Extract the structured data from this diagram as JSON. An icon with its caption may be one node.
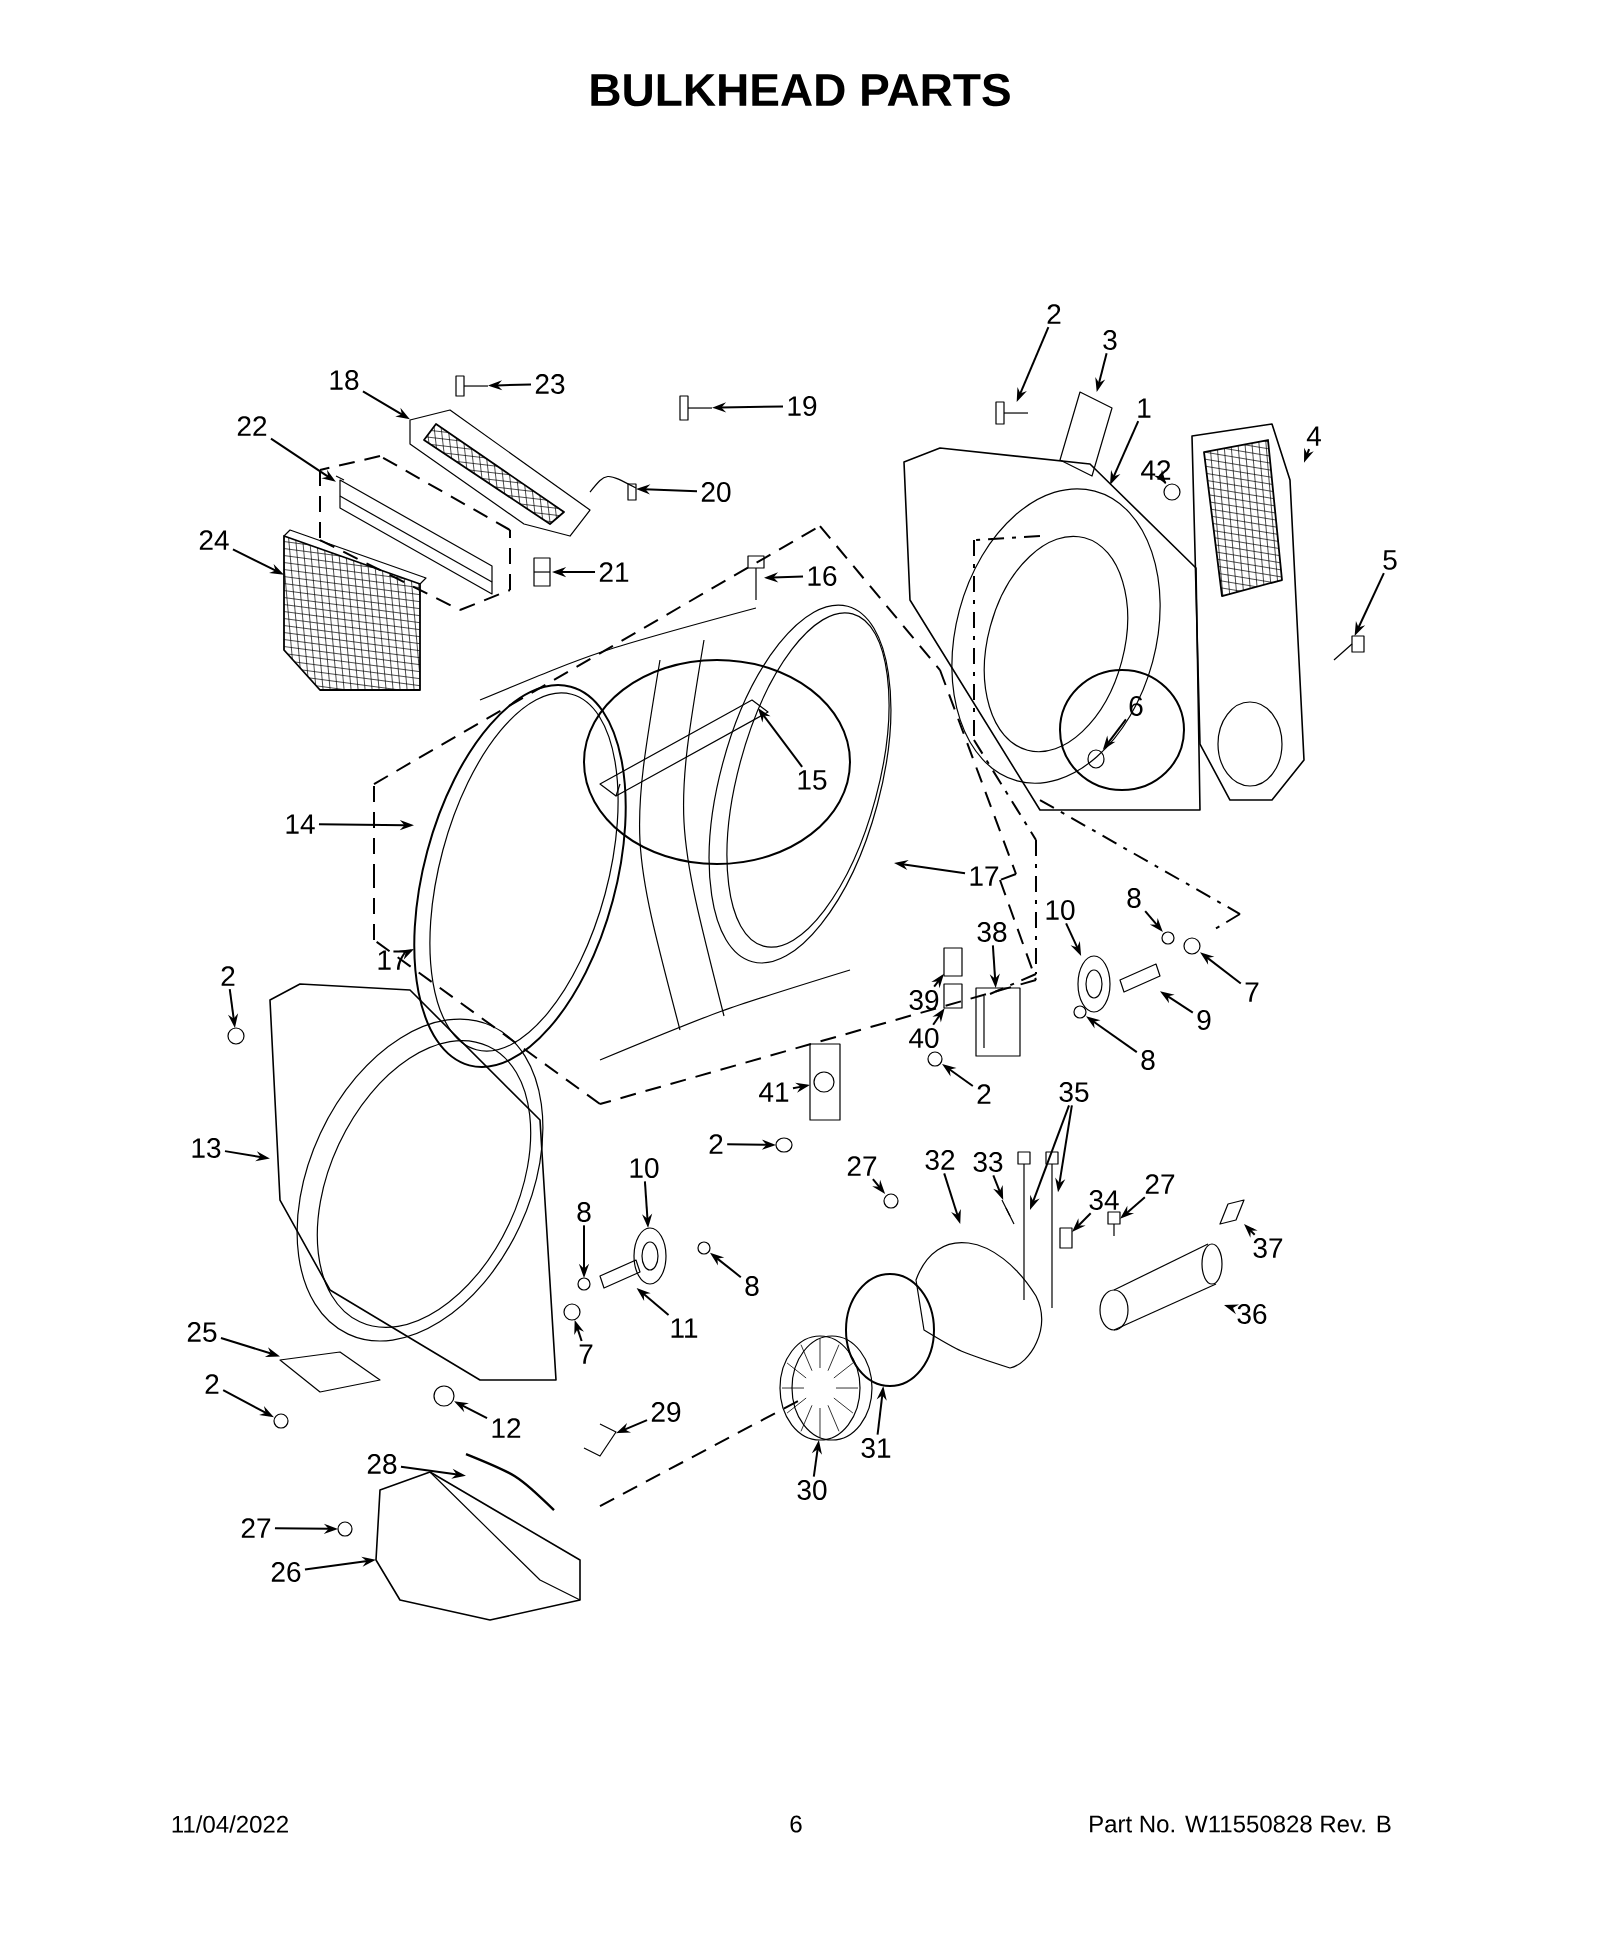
{
  "diagram": {
    "title": "BULKHEAD PARTS",
    "nodes": [
      {
        "text": [],
        "shape": "picture"
      },
      {
        "text": [],
        "shape": "picture"
      },
      {
        "text": [],
        "shape": "picture"
      },
      {
        "text": [],
        "shape": "circle",
        "in": 2
      },
      {
        "text": [],
        "shape": "circle",
        "in": 2
      },
      {
        "text": [],
        "shape": "circle",
        "in": 4
      },
      {
        "text": [],
        "shape": "picture"
      },
      {
        "text": [],
        "shape": "picture"
      },
      {
        "text": [],
        "shape": "picture"
      },
      {
        "text": [],
        "shape": "picture"
      },
      {
        "text": [],
        "shape": "picture"
      },
      {
        "text": [],
        "shape": "picture"
      },
      {
        "text": [],
        "shape": "picture"
      },
      {
        "text": [],
        "shape": "picture"
      },
      {
        "text": [],
        "shape": "picture"
      },
      {
        "text": [],
        "shape": "picture"
      },
      {
        "text": [],
        "shape": "picture"
      },
      {
        "text": [],
        "shape": "circle",
        "in": 16
      },
      {
        "text": [],
        "shape": "picture",
        "in": 17
      },
      {
        "text": [],
        "shape": "picture"
      },
      {
        "text": [],
        "shape": "circle"
      },
      {
        "text": [],
        "shape": "circle"
      },
      {
        "text": [],
        "shape": "picture"
      },
      {
        "text": [],
        "shape": "circle"
      },
      {
        "text": [],
        "shape": "picture"
      },
      {
        "text": [],
        "shape": "box"
      },
      {
        "text": [],
        "shape": "box"
      },
      {
        "text": [],
        "shape": "circle"
      },
      {
        "text": [],
        "shape": "picture"
      },
      {
        "text": [],
        "shape": "circle"
      },
      {
        "text": [],
        "shape": "circle"
      },
      {
        "text": [],
        "shape": "picture"
      },
      {
        "text": [],
        "shape": "picture"
      },
      {
        "text": [],
        "shape": "circle"
      },
      {
        "text": [],
        "shape": "circle"
      },
      {
        "text": [],
        "shape": "picture"
      },
      {
        "text": [],
        "shape": "circle"
      },
      {
        "text": [],
        "shape": "circle"
      },
      {
        "text": [],
        "shape": "picture"
      },
      {
        "text": [],
        "shape": "picture"
      },
      {
        "text": [],
        "shape": "picture"
      },
      {
        "text": [],
        "shape": "picture"
      },
      {
        "text": [],
        "shape": "box"
      },
      {
        "text": [],
        "shape": "picture"
      },
      {
        "text": [],
        "shape": "picture"
      },
      {
        "text": [],
        "shape": "picture"
      },
      {
        "text": [],
        "shape": "circle"
      },
      {
        "text": [],
        "shape": "picture"
      },
      {
        "text": [],
        "shape": "picture"
      },
      {
        "text": [],
        "shape": "circle"
      },
      {
        "text": [],
        "shape": "circle"
      },
      {
        "text": [],
        "shape": "picture"
      },
      {
        "text": [],
        "shape": "picture"
      },
      {
        "text": [],
        "shape": "circle"
      },
      {
        "text": [],
        "shape": "picture"
      },
      {
        "text": [
          "2"
        ]
      },
      {
        "text": [
          "3"
        ]
      },
      {
        "text": [
          "1"
        ]
      },
      {
        "text": [
          "42"
        ],
        "in": 2
      },
      {
        "text": [
          "4"
        ]
      },
      {
        "text": [
          "5"
        ]
      },
      {
        "text": [
          "18"
        ]
      },
      {
        "text": [
          "23"
        ]
      },
      {
        "text": [
          "19"
        ]
      },
      {
        "text": [
          "22"
        ]
      },
      {
        "text": [
          "20"
        ]
      },
      {
        "text": [
          "24"
        ]
      },
      {
        "text": [
          "21"
        ]
      },
      {
        "text": [
          "16"
        ]
      },
      {
        "text": [
          "15"
        ],
        "in": 17
      },
      {
        "text": [
          "14"
        ]
      },
      {
        "text": [
          "17"
        ]
      },
      {
        "text": [
          "6"
        ],
        "in": 4
      },
      {
        "text": [
          "10"
        ]
      },
      {
        "text": [
          "8"
        ]
      },
      {
        "text": [
          "7"
        ]
      },
      {
        "text": [
          "9"
        ]
      },
      {
        "text": [
          "8"
        ]
      },
      {
        "text": [
          "38"
        ]
      },
      {
        "text": [
          "39"
        ]
      },
      {
        "text": [
          "40"
        ]
      },
      {
        "text": [
          "2"
        ]
      },
      {
        "text": [
          "41"
        ]
      },
      {
        "text": [
          "2"
        ]
      },
      {
        "text": [
          "17"
        ]
      },
      {
        "text": [
          "2"
        ]
      },
      {
        "text": [
          "13"
        ]
      },
      {
        "text": [
          "10"
        ]
      },
      {
        "text": [
          "8"
        ]
      },
      {
        "text": [
          "8"
        ]
      },
      {
        "text": [
          "11"
        ]
      },
      {
        "text": [
          "7"
        ]
      },
      {
        "text": [
          "27"
        ]
      },
      {
        "text": [
          "32"
        ]
      },
      {
        "text": [
          "33"
        ]
      },
      {
        "text": [
          "35"
        ]
      },
      {
        "text": [
          "34"
        ]
      },
      {
        "text": [
          "27"
        ]
      },
      {
        "text": [
          "37"
        ]
      },
      {
        "text": [
          "36"
        ]
      },
      {
        "text": [
          "31"
        ]
      },
      {
        "text": [
          "30"
        ]
      },
      {
        "text": [
          "25"
        ]
      },
      {
        "text": [
          "2"
        ]
      },
      {
        "text": [
          "12"
        ]
      },
      {
        "text": [
          "29"
        ]
      },
      {
        "text": [
          "28"
        ]
      },
      {
        "text": [
          "27"
        ]
      },
      {
        "text": [
          "26"
        ]
      }
    ],
    "edges": [
      {
        "from": 55,
        "to": 0,
        "arrow": "to"
      },
      {
        "from": 56,
        "to": 1,
        "arrow": "to"
      },
      {
        "from": 57,
        "to": 2,
        "arrow": "to"
      },
      {
        "from": 58,
        "to": 3,
        "arrow": "to"
      },
      {
        "from": 59,
        "to": 6,
        "arrow": "to"
      },
      {
        "from": 60,
        "to": 7,
        "arrow": "to"
      },
      {
        "from": 61,
        "to": 8,
        "arrow": "to"
      },
      {
        "from": 62,
        "to": 9,
        "arrow": "to"
      },
      {
        "from": 63,
        "to": 10,
        "arrow": "to"
      },
      {
        "from": 64,
        "to": 11,
        "arrow": "to"
      },
      {
        "from": 65,
        "to": 12,
        "arrow": "to"
      },
      {
        "from": 66,
        "to": 13,
        "arrow": "to"
      },
      {
        "from": 67,
        "to": 14,
        "arrow": "to"
      },
      {
        "from": 68,
        "to": 15,
        "arrow": "to"
      },
      {
        "from": 69,
        "to": 18,
        "arrow": "to"
      },
      {
        "from": 70,
        "to": 16,
        "arrow": "to"
      },
      {
        "from": 71,
        "to": 16,
        "arrow": "to"
      },
      {
        "from": 72,
        "to": 5,
        "arrow": "to"
      },
      {
        "from": 73,
        "to": 19,
        "arrow": "to"
      },
      {
        "from": 74,
        "to": 20,
        "arrow": "to"
      },
      {
        "from": 75,
        "to": 21,
        "arrow": "to"
      },
      {
        "from": 76,
        "to": 22,
        "arrow": "to"
      },
      {
        "from": 77,
        "to": 23,
        "arrow": "to"
      },
      {
        "from": 78,
        "to": 24,
        "arrow": "to"
      },
      {
        "from": 79,
        "to": 25,
        "arrow": "to"
      },
      {
        "from": 80,
        "to": 26,
        "arrow": "to"
      },
      {
        "from": 81,
        "to": 27,
        "arrow": "to"
      },
      {
        "from": 82,
        "to": 28,
        "arrow": "to"
      },
      {
        "from": 83,
        "to": 29,
        "arrow": "to"
      },
      {
        "from": 84,
        "to": 16,
        "arrow": "to"
      },
      {
        "from": 85,
        "to": 30,
        "arrow": "to"
      },
      {
        "from": 86,
        "to": 31,
        "arrow": "to"
      },
      {
        "from": 87,
        "to": 32,
        "arrow": "to"
      },
      {
        "from": 88,
        "to": 33,
        "arrow": "to"
      },
      {
        "from": 89,
        "to": 34,
        "arrow": "to"
      },
      {
        "from": 90,
        "to": 35,
        "arrow": "to"
      },
      {
        "from": 91,
        "to": 36,
        "arrow": "to"
      },
      {
        "from": 92,
        "to": 37,
        "arrow": "to"
      },
      {
        "from": 93,
        "to": 38,
        "arrow": "to"
      },
      {
        "from": 94,
        "to": 39,
        "arrow": "to"
      },
      {
        "from": 95,
        "to": 40,
        "arrow": "to"
      },
      {
        "from": 95,
        "to": 41,
        "arrow": "to"
      },
      {
        "from": 96,
        "to": 42,
        "arrow": "to"
      },
      {
        "from": 97,
        "to": 43,
        "arrow": "to"
      },
      {
        "from": 98,
        "to": 44,
        "arrow": "to"
      },
      {
        "from": 99,
        "to": 45,
        "arrow": "to"
      },
      {
        "from": 100,
        "to": 46,
        "arrow": "to"
      },
      {
        "from": 101,
        "to": 47,
        "arrow": "to"
      },
      {
        "from": 102,
        "to": 48,
        "arrow": "to"
      },
      {
        "from": 103,
        "to": 49,
        "arrow": "to"
      },
      {
        "from": 104,
        "to": 50,
        "arrow": "to"
      },
      {
        "from": 105,
        "to": 51,
        "arrow": "to"
      },
      {
        "from": 106,
        "to": 52,
        "arrow": "to"
      },
      {
        "from": 107,
        "to": 53,
        "arrow": "to"
      },
      {
        "from": 108,
        "to": 54,
        "arrow": "to"
      }
    ],
    "labels": [
      "11/04/2022",
      "6",
      "Part No.  W11550828  Rev.  B"
    ]
  }
}
